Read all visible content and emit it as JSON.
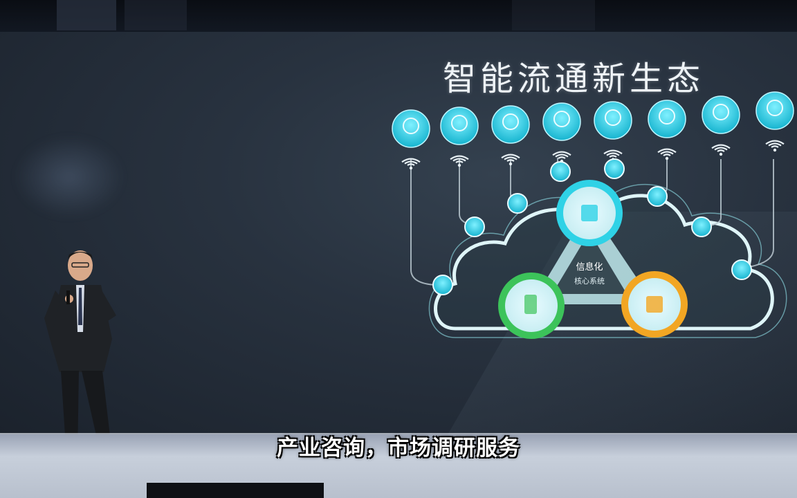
{
  "slide": {
    "title": "智能流通新生态",
    "center_line1": "信息化",
    "center_line2": "核心系统"
  },
  "subtitle": "产业咨询，市场调研服务",
  "colors": {
    "accent_cyan": "#2fd2e6",
    "node_green": "#3cc35a",
    "node_orange": "#f2a623",
    "cloud_outline": "#dff5f8"
  },
  "icons": [
    "bulb-icon",
    "robot-icon",
    "truck-icon",
    "network-icon",
    "warehouse-icon",
    "building-icon",
    "factory-icon",
    "star-icon"
  ]
}
